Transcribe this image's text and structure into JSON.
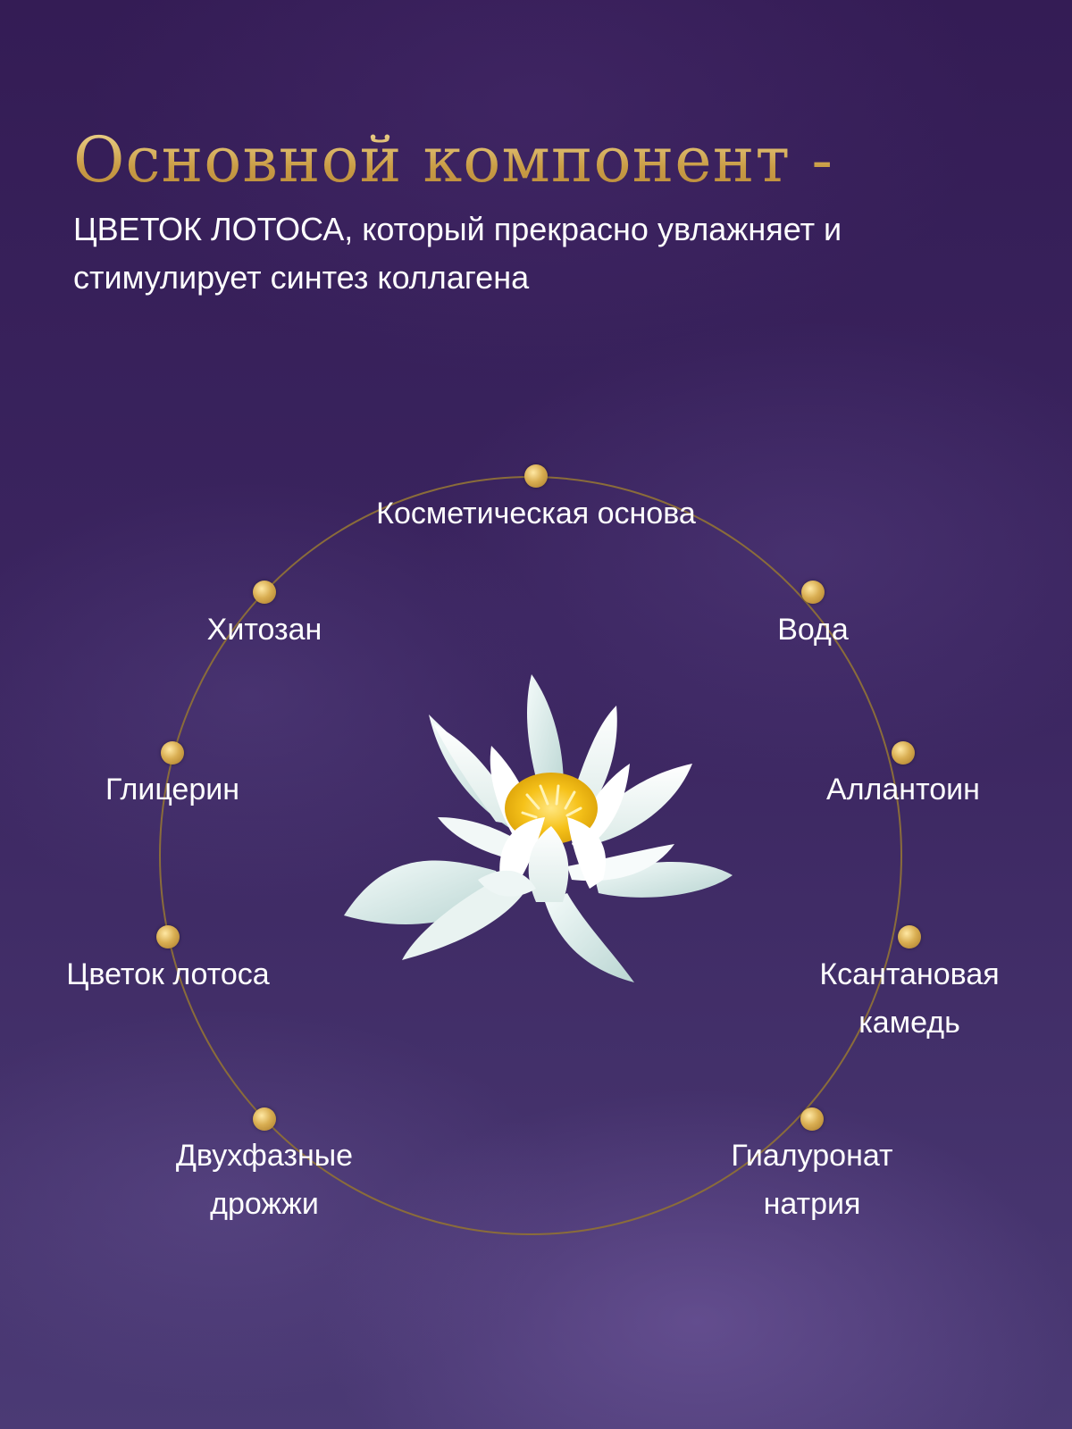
{
  "heading": "Основной компонент -",
  "subtitle": "ЦВЕТОК ЛОТОСА, который прекрасно увлажняет и стимулирует синтез коллагена",
  "center_image": "white-lotus-flower",
  "colors": {
    "accent_gold": "#d9ae52",
    "background": "#3b2560"
  },
  "ingredients": [
    {
      "line1": "Косметическая основа",
      "line2": ""
    },
    {
      "line1": "Вода",
      "line2": ""
    },
    {
      "line1": "Аллантоин",
      "line2": ""
    },
    {
      "line1": "Ксантановая",
      "line2": "камедь"
    },
    {
      "line1": "Гиалуронат",
      "line2": "натрия"
    },
    {
      "line1": "Двухфазные",
      "line2": "дрожжи"
    },
    {
      "line1": "Цветок лотоса",
      "line2": ""
    },
    {
      "line1": "Глицерин",
      "line2": ""
    },
    {
      "line1": "Хитозан",
      "line2": ""
    }
  ]
}
